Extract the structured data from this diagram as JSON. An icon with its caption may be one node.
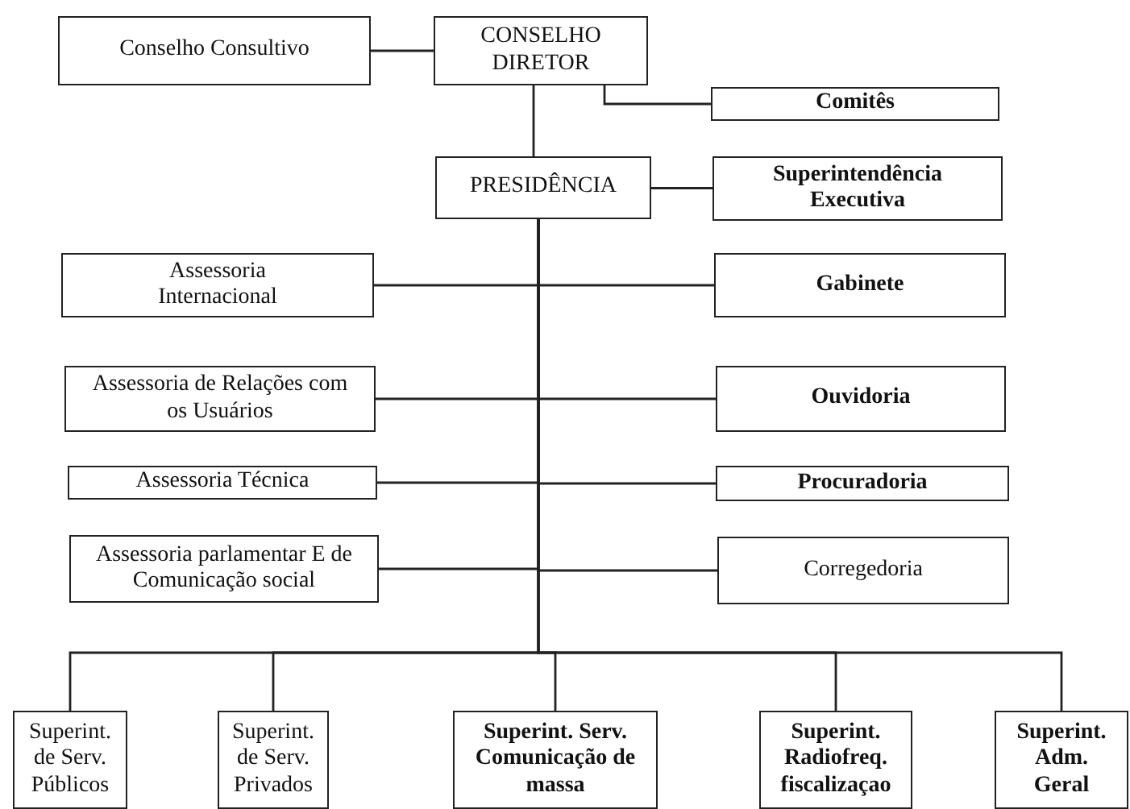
{
  "diagram": {
    "nodes": [
      {
        "text": [
          "Conselho Consultivo"
        ]
      },
      {
        "text": [
          "CONSELHO DIRETOR"
        ]
      },
      {
        "text": [
          "Comitês"
        ]
      },
      {
        "text": [
          "PRESIDÊNCIA"
        ]
      },
      {
        "text": [
          "Superintendência Executiva"
        ]
      },
      {
        "text": [
          "Assessoria Internacional"
        ]
      },
      {
        "text": [
          "Gabinete"
        ]
      },
      {
        "text": [
          "Assessoria de Relações com os Usuários"
        ]
      },
      {
        "text": [
          "Ouvidoria"
        ]
      },
      {
        "text": [
          "Assessoria Técnica"
        ]
      },
      {
        "text": [
          "Procuradoria"
        ]
      },
      {
        "text": [
          "Assessoria parlamentar E de Comunicação social"
        ]
      },
      {
        "text": [
          "Corregedoria"
        ]
      },
      {
        "text": [
          "Superint. de Serv. Públicos"
        ]
      },
      {
        "text": [
          "Superint. de Serv. Privados"
        ]
      },
      {
        "text": [
          "Superint. Serv. Comunicação de massa"
        ]
      },
      {
        "text": [
          "Superint. Radiofreq. fiscalizaçao"
        ]
      },
      {
        "text": [
          "Superint. Adm. Geral"
        ]
      }
    ],
    "edges": [
      {
        "from": 0,
        "to": 1,
        "arrow": "none"
      },
      {
        "from": 1,
        "to": 2,
        "arrow": "none"
      },
      {
        "from": 1,
        "to": 3,
        "arrow": "none"
      },
      {
        "from": 3,
        "to": 4,
        "arrow": "none"
      },
      {
        "from": 3,
        "to": 5,
        "arrow": "none"
      },
      {
        "from": 3,
        "to": 6,
        "arrow": "none"
      },
      {
        "from": 3,
        "to": 7,
        "arrow": "none"
      },
      {
        "from": 3,
        "to": 8,
        "arrow": "none"
      },
      {
        "from": 3,
        "to": 9,
        "arrow": "none"
      },
      {
        "from": 3,
        "to": 10,
        "arrow": "none"
      },
      {
        "from": 3,
        "to": 11,
        "arrow": "none"
      },
      {
        "from": 3,
        "to": 12,
        "arrow": "none"
      },
      {
        "from": 3,
        "to": 13,
        "arrow": "none"
      },
      {
        "from": 3,
        "to": 14,
        "arrow": "none"
      },
      {
        "from": 3,
        "to": 15,
        "arrow": "none"
      },
      {
        "from": 3,
        "to": 16,
        "arrow": "none"
      },
      {
        "from": 3,
        "to": 17,
        "arrow": "none"
      }
    ]
  }
}
